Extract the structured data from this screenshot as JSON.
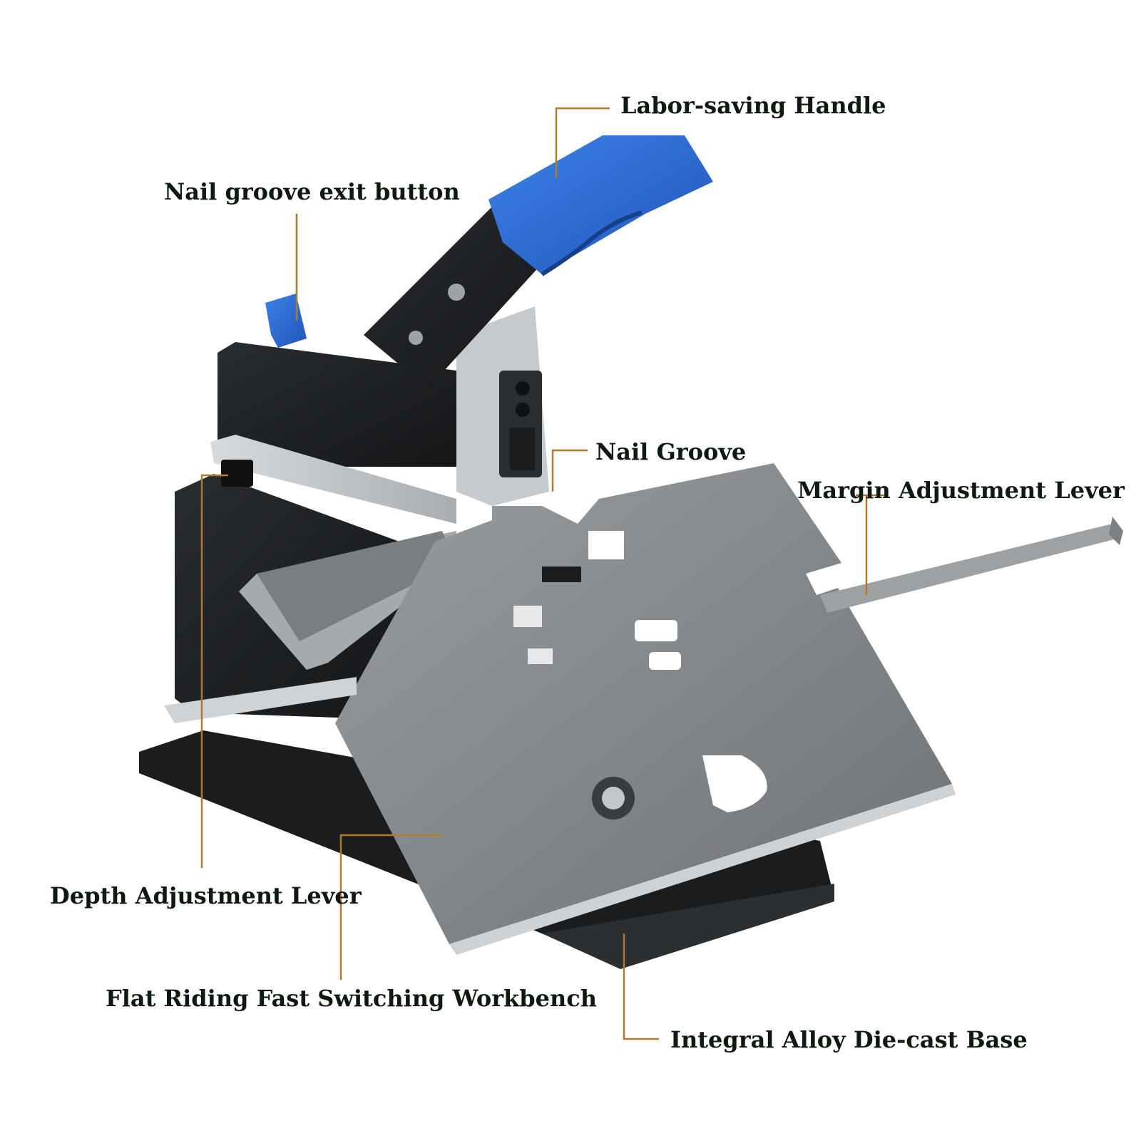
{
  "colors": {
    "accent_blue": "#2f6fd6",
    "body_black": "#1f2224",
    "plate_grey": "#8a8d90",
    "steel_light": "#c9cccf",
    "leader_line": "#b07a2a",
    "label_text": "#0e1a10"
  },
  "labels": {
    "handle": "Labor-saving Handle",
    "exit_button": "Nail groove exit button",
    "nail_groove": "Nail Groove",
    "margin_lever": "Margin Adjustment Lever",
    "depth_lever": "Depth Adjustment Lever",
    "workbench": "Flat Riding Fast Switching Workbench",
    "base": "Integral Alloy Die-cast Base"
  }
}
